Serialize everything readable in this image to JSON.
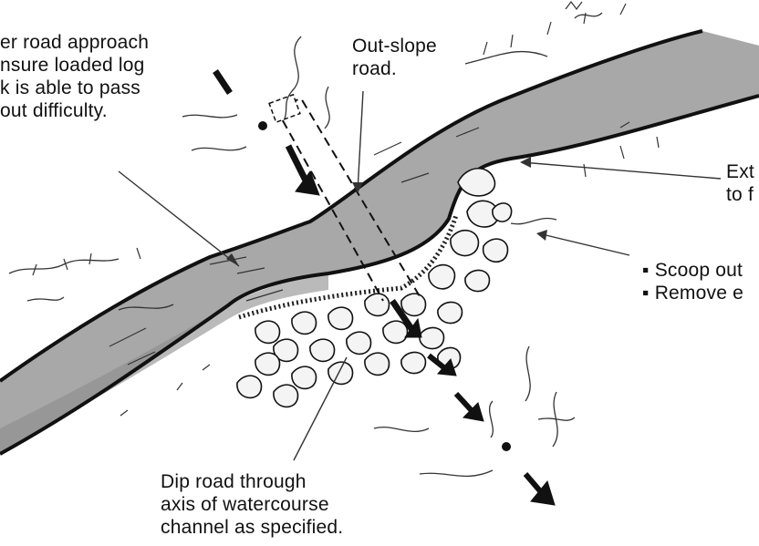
{
  "labels": {
    "top_left": [
      "er road approach",
      "nsure loaded log",
      "k is able to pass",
      "out difficulty."
    ],
    "top_center": [
      "Out-slope",
      "road."
    ],
    "right_upper": [
      "Ext",
      "to f"
    ],
    "right_lower": [
      "Scoop out",
      "Remove e"
    ],
    "bottom": [
      "Dip road through",
      "axis of watercourse",
      "channel as specified."
    ]
  },
  "colors": {
    "road_fill": "#a8a8a8",
    "road_dark": "#8c8c8c",
    "outline": "#111111",
    "rock_fill": "#f4f4f4",
    "background": "#ffffff"
  }
}
